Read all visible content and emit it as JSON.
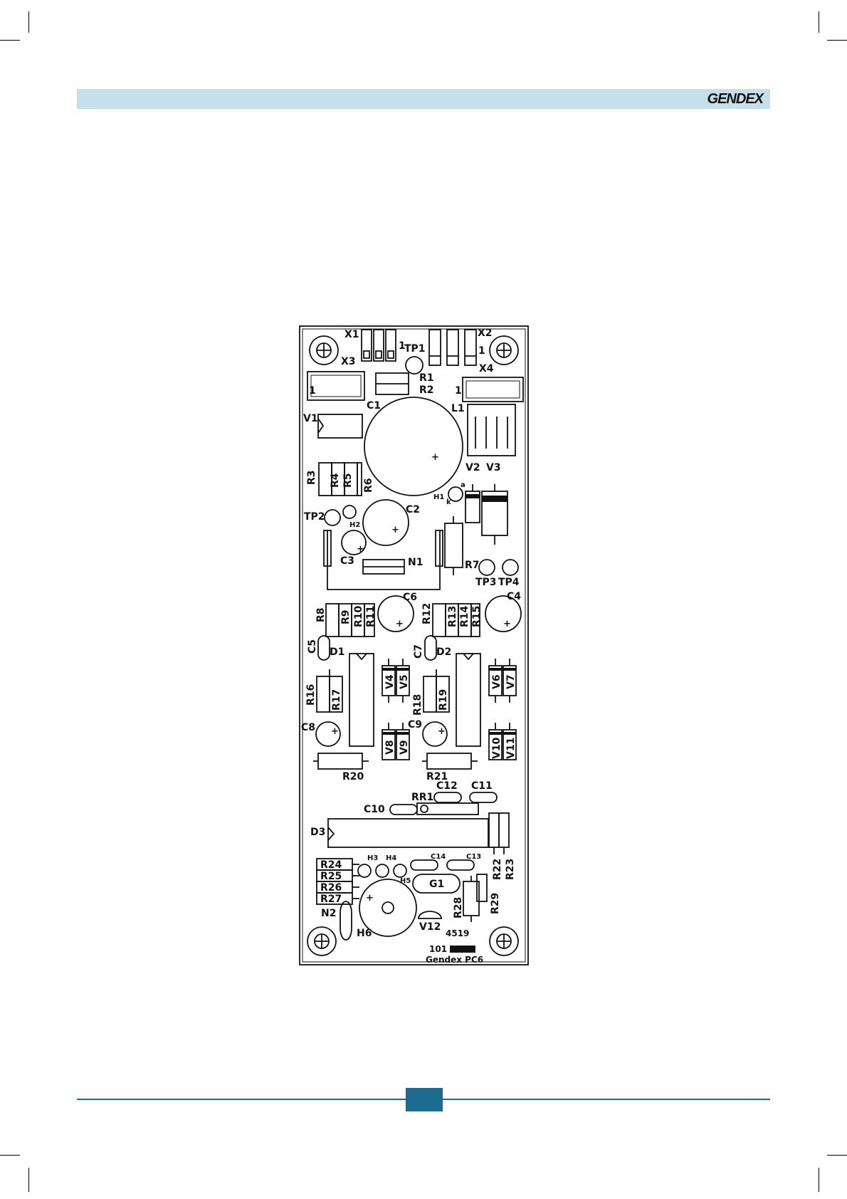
{
  "header": {
    "brand": "GENDEX",
    "band_color": "#c7dfe8"
  },
  "footer": {
    "accent_color": "#1d6b8e"
  },
  "board": {
    "silkscreen": [
      "4519",
      "101",
      "Gendex PC6"
    ],
    "labels": {
      "X1": "X1",
      "X2": "X2",
      "X3": "X3",
      "X4": "X4",
      "TP1": "TP1",
      "TP2": "TP2",
      "TP3": "TP3",
      "TP4": "TP4",
      "R1": "R1",
      "R2": "R2",
      "R3": "R3",
      "R4": "R4",
      "R5": "R5",
      "R6": "R6",
      "R7": "R7",
      "R8": "R8",
      "R9": "R9",
      "R10": "R10",
      "R11": "R11",
      "R12": "R12",
      "R13": "R13",
      "R14": "R14",
      "R15": "R15",
      "R16": "R16",
      "R17": "R17",
      "R18": "R18",
      "R19": "R19",
      "R20": "R20",
      "R21": "R21",
      "R22": "R22",
      "R23": "R23",
      "R24": "R24",
      "R25": "R25",
      "R26": "R26",
      "R27": "R27",
      "R28": "R28",
      "R29": "R29",
      "RR1": "RR1",
      "C1": "C1",
      "C2": "C2",
      "C3": "C3",
      "C4": "C4",
      "C5": "C5",
      "C6": "C6",
      "C7": "C7",
      "C8": "C8",
      "C9": "C9",
      "C10": "C10",
      "C11": "C11",
      "C12": "C12",
      "C13": "C13",
      "C14": "C14",
      "V1": "V1",
      "V2": "V2",
      "V3": "V3",
      "V4": "V4",
      "V5": "V5",
      "V6": "V6",
      "V7": "V7",
      "V8": "V8",
      "V9": "V9",
      "V10": "V10",
      "V11": "V11",
      "V12": "V12",
      "D1": "D1",
      "D2": "D2",
      "D3": "D3",
      "L1": "L1",
      "N1": "N1",
      "N2": "N2",
      "G1": "G1",
      "H1": "H1",
      "H2": "H2",
      "H3": "H3",
      "H4": "H4",
      "H5": "H5",
      "H6": "H6",
      "pin1": "1",
      "plus": "+",
      "k": "k",
      "a": "a"
    }
  }
}
